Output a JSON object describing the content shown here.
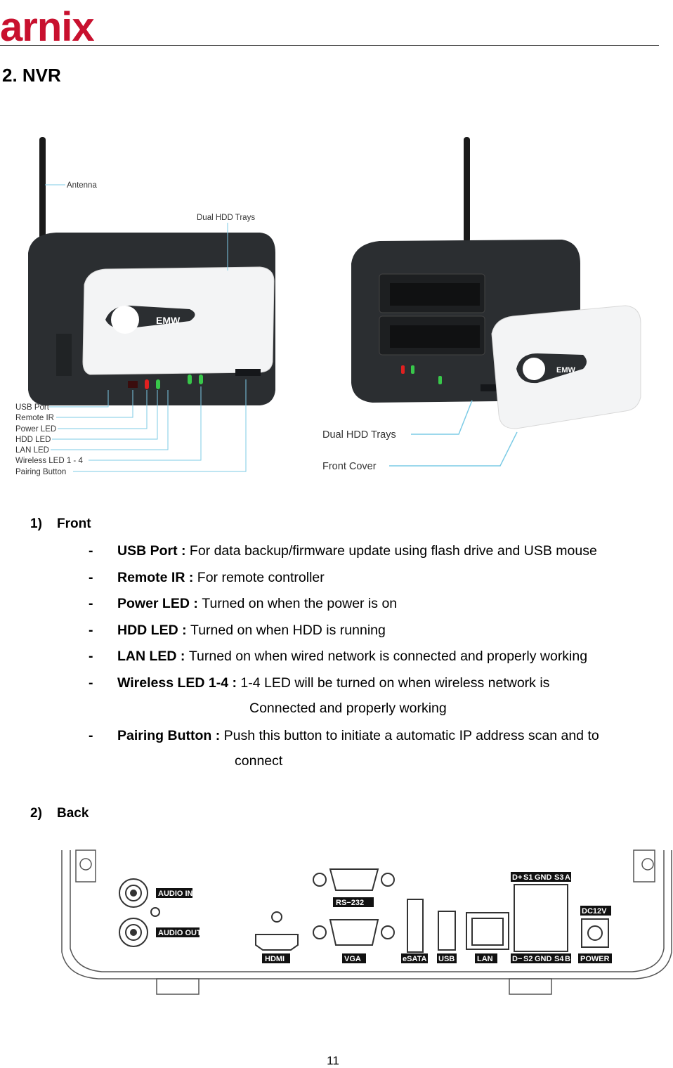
{
  "header": {
    "logo_text": "arnix",
    "brand_color": "#c8102e"
  },
  "section_heading": "2.  NVR",
  "front_photo": {
    "left_labels": [
      "Antenna",
      "Dual HDD Trays",
      "USB Port",
      "Remote IR",
      "Power LED",
      "HDD LED",
      "LAN LED",
      "Wireless LED 1 - 4",
      "Pairing Button"
    ],
    "right_labels": [
      "Dual HDD Trays",
      "Front Cover"
    ],
    "device_logo": "EMW"
  },
  "front": {
    "number": "1)",
    "title": "Front",
    "items": [
      {
        "dash": "-",
        "term": "USB Port :",
        "desc": "For data backup/firmware update using flash drive and USB mouse"
      },
      {
        "dash": "-",
        "term": "Remote IR :",
        "desc": "For remote controller"
      },
      {
        "dash": "-",
        "term": "Power LED :",
        "desc": "Turned on when the power is on"
      },
      {
        "dash": "-",
        "term": "HDD LED :",
        "desc": "Turned on when HDD is running"
      },
      {
        "dash": "-",
        "term": "LAN LED :",
        "desc": "Turned on when wired network is connected and properly working"
      },
      {
        "dash": "-",
        "term": "Wireless LED 1-4 :",
        "desc": "1-4 LED will be turned on when wireless network is",
        "cont": "Connected and properly working"
      },
      {
        "dash": "-",
        "term": "Pairing Button :",
        "desc": "Push this button to initiate a automatic IP address scan and to",
        "cont": "connect"
      }
    ]
  },
  "back": {
    "number": "2)",
    "title": "Back",
    "port_labels": [
      "AUDIO IN",
      "AUDIO OUT",
      "HDMI",
      "RS−232",
      "VGA",
      "eSATA",
      "USB",
      "LAN",
      "D+",
      "S1",
      "GND",
      "S3",
      "A",
      "D−",
      "S2",
      "GND",
      "S4",
      "B",
      "DC12V",
      "POWER"
    ]
  },
  "page_number": "11"
}
